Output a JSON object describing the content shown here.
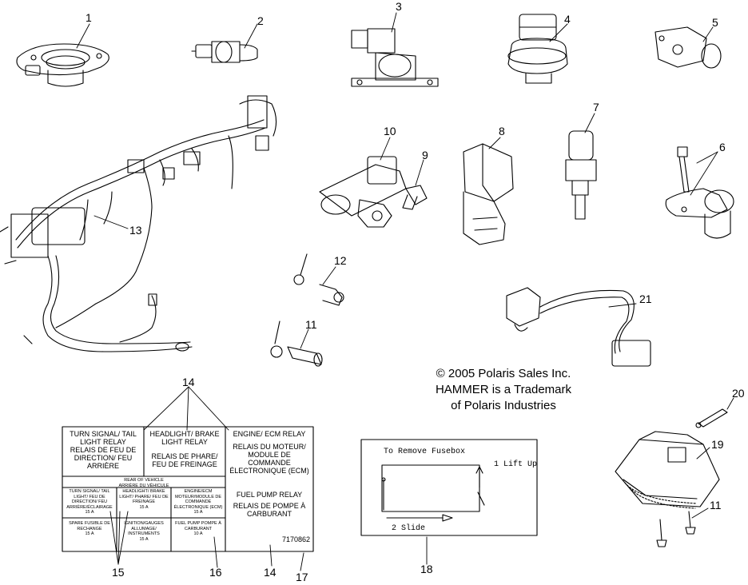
{
  "callouts": [
    "1",
    "2",
    "3",
    "4",
    "5",
    "6",
    "7",
    "8",
    "9",
    "10",
    "11",
    "11",
    "12",
    "13",
    "14",
    "14",
    "15",
    "16",
    "17",
    "18",
    "19",
    "20",
    "21"
  ],
  "copyright": {
    "line1": "© 2005 Polaris Sales Inc.",
    "line2": "HAMMER is a Trademark",
    "line3": "of Polaris Industries"
  },
  "relay_label": {
    "turn_signal": "TURN SIGNAL/ TAIL LIGHT RELAY",
    "turn_signal_fr": "RELAIS DE FEU DE DIRECTION/ FEU ARRIÈRE",
    "headlight": "HEADLIGHT/ BRAKE LIGHT RELAY",
    "headlight_fr": "RELAIS DE PHARE/ FEU DE FREINAGE",
    "engine": "ENGINE/ ECM RELAY",
    "engine_fr": "RELAIS DU MOTEUR/ MODULE DE COMMANDE ÉLECTRONIQUE (ECM)",
    "fuel_pump": "FUEL PUMP RELAY",
    "fuel_pump_fr": "RELAIS DE POMPE À CARBURANT",
    "rear_of_vehicle": "REAR OF VEHICLE",
    "rear_of_vehicle_fr": "ARRIÈRE DU VÉHICULE",
    "fuse1": "TURN SIGNAL/ TAIL LIGHT/ FEU DE DIRECTION/ FEU ARRIÈRE/ÉCLAIRAGE",
    "fuse1_amp": "15 A",
    "fuse2": "HEADLIGHT/ BRAKE LIGHT/ PHARE/ FEU DE FREINAGE",
    "fuse2_amp": "15 A",
    "fuse3": "ENGINE/ECM MOTEUR/MODULE DE COMMANDE ÉLECTRONIQUE (ECM)",
    "fuse3_amp": "15 A",
    "fuse4": "SPARE FUSIBLE DE RECHANGE",
    "fuse4_amp": "15 A",
    "fuse5": "IGNITION/GAUGES ALLUMAGE/ INSTRUMENTS",
    "fuse5_amp": "15 A",
    "fuse6": "FUEL PUMP POMPE À CARBURANT",
    "fuse6_amp": "10 A",
    "part_no": "7170862"
  },
  "fusebox_label": {
    "title": "To Remove Fusebox",
    "step1": "1 Lift Up",
    "step2": "2 Slide"
  }
}
